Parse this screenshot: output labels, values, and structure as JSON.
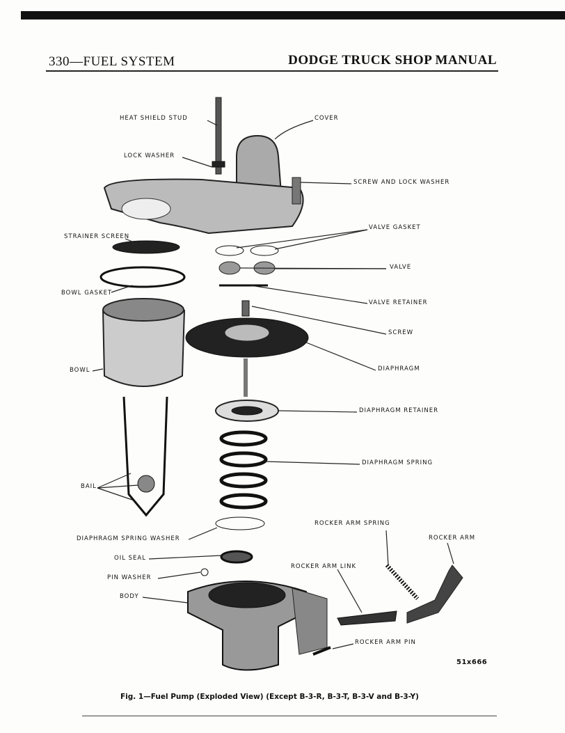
{
  "header": {
    "section": "330—FUEL SYSTEM",
    "manual_title": "DODGE TRUCK SHOP MANUAL"
  },
  "labels": {
    "heat_shield_stud": "HEAT SHIELD STUD",
    "cover": "COVER",
    "lock_washer": "LOCK WASHER",
    "screw_and_lock_washer": "SCREW AND LOCK WASHER",
    "strainer_screen": "STRAINER SCREEN",
    "valve_gasket": "VALVE GASKET",
    "valve": "VALVE",
    "bowl_gasket": "BOWL GASKET",
    "valve_retainer": "VALVE RETAINER",
    "screw": "SCREW",
    "bowl": "BOWL",
    "diaphragm": "DIAPHRAGM",
    "diaphragm_retainer": "DIAPHRAGM RETAINER",
    "diaphragm_spring": "DIAPHRAGM SPRING",
    "bail": "BAIL",
    "rocker_arm_spring": "ROCKER ARM SPRING",
    "rocker_arm": "ROCKER ARM",
    "diaphragm_spring_washer": "DIAPHRAGM SPRING WASHER",
    "oil_seal": "OIL SEAL",
    "rocker_arm_link": "ROCKER ARM LINK",
    "pin_washer": "PIN WASHER",
    "body": "BODY",
    "rocker_arm_pin": "ROCKER ARM PIN"
  },
  "figure_code": "51x666",
  "caption": "Fig. 1—Fuel Pump (Exploded View) (Except B-3-R, B-3-T, B-3-V and B-3-Y)"
}
